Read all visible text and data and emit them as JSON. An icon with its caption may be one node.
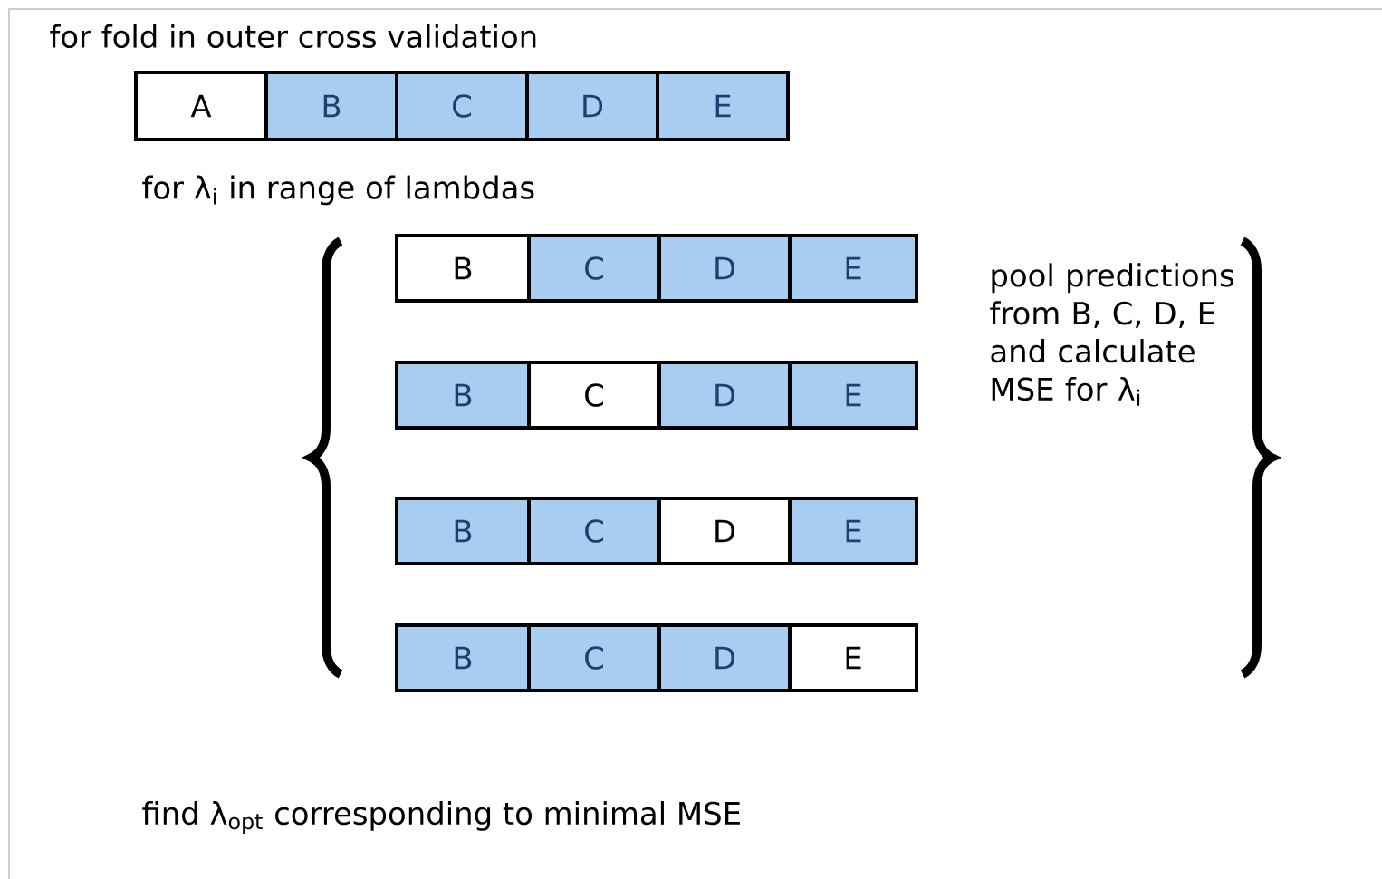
{
  "diagram": {
    "nodes": [
      {
        "text": [
          "A"
        ]
      },
      {
        "text": [
          "B"
        ]
      },
      {
        "text": [
          "C"
        ]
      },
      {
        "text": [
          "D"
        ]
      },
      {
        "text": [
          "E"
        ]
      },
      {
        "text": [
          "B"
        ]
      },
      {
        "text": [
          "C"
        ]
      },
      {
        "text": [
          "D"
        ]
      },
      {
        "text": [
          "E"
        ]
      },
      {
        "text": [
          "B"
        ]
      },
      {
        "text": [
          "C"
        ]
      },
      {
        "text": [
          "D"
        ]
      },
      {
        "text": [
          "E"
        ]
      },
      {
        "text": [
          "B"
        ]
      },
      {
        "text": [
          "C"
        ]
      },
      {
        "text": [
          "D"
        ]
      },
      {
        "text": [
          "E"
        ]
      },
      {
        "text": [
          "B"
        ]
      },
      {
        "text": [
          "C"
        ]
      },
      {
        "text": [
          "D"
        ]
      },
      {
        "text": [
          "E"
        ]
      }
    ],
    "labels": [
      "for fold in outer cross validation",
      "for λ$_{i}$ in range of lambdas",
      "pool predictions from B, C, D, E and calculate MSE for λ$_{i}$",
      "find λ$_{opt}$ corresponding to minimal MSE"
    ]
  }
}
